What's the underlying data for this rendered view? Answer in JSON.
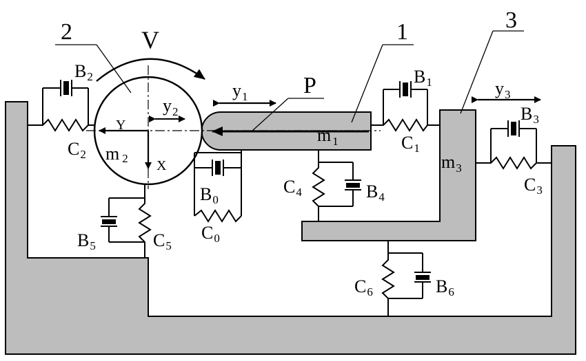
{
  "labels": {
    "part1": "1",
    "part2": "2",
    "part3": "3",
    "velocity": "V",
    "force": "P",
    "axis_y": "Y",
    "axis_x": "X",
    "mass1": {
      "base": "m",
      "sub": "1"
    },
    "mass2": {
      "base": "m",
      "sub": "2"
    },
    "mass3": {
      "base": "m",
      "sub": "3"
    },
    "disp1": {
      "base": "y",
      "sub": "1"
    },
    "disp2": {
      "base": "y",
      "sub": "2"
    },
    "disp3": {
      "base": "y",
      "sub": "3"
    }
  },
  "springs": [
    {
      "base": "C",
      "sub": "0"
    },
    {
      "base": "C",
      "sub": "1"
    },
    {
      "base": "C",
      "sub": "2"
    },
    {
      "base": "C",
      "sub": "3"
    },
    {
      "base": "C",
      "sub": "4"
    },
    {
      "base": "C",
      "sub": "5"
    },
    {
      "base": "C",
      "sub": "6"
    }
  ],
  "dampers": [
    {
      "base": "B",
      "sub": "0"
    },
    {
      "base": "B",
      "sub": "1"
    },
    {
      "base": "B",
      "sub": "2"
    },
    {
      "base": "B",
      "sub": "3"
    },
    {
      "base": "B",
      "sub": "4"
    },
    {
      "base": "B",
      "sub": "5"
    },
    {
      "base": "B",
      "sub": "6"
    }
  ],
  "colors": {
    "solid_fill": "#bdbdbd",
    "line": "#000000"
  }
}
